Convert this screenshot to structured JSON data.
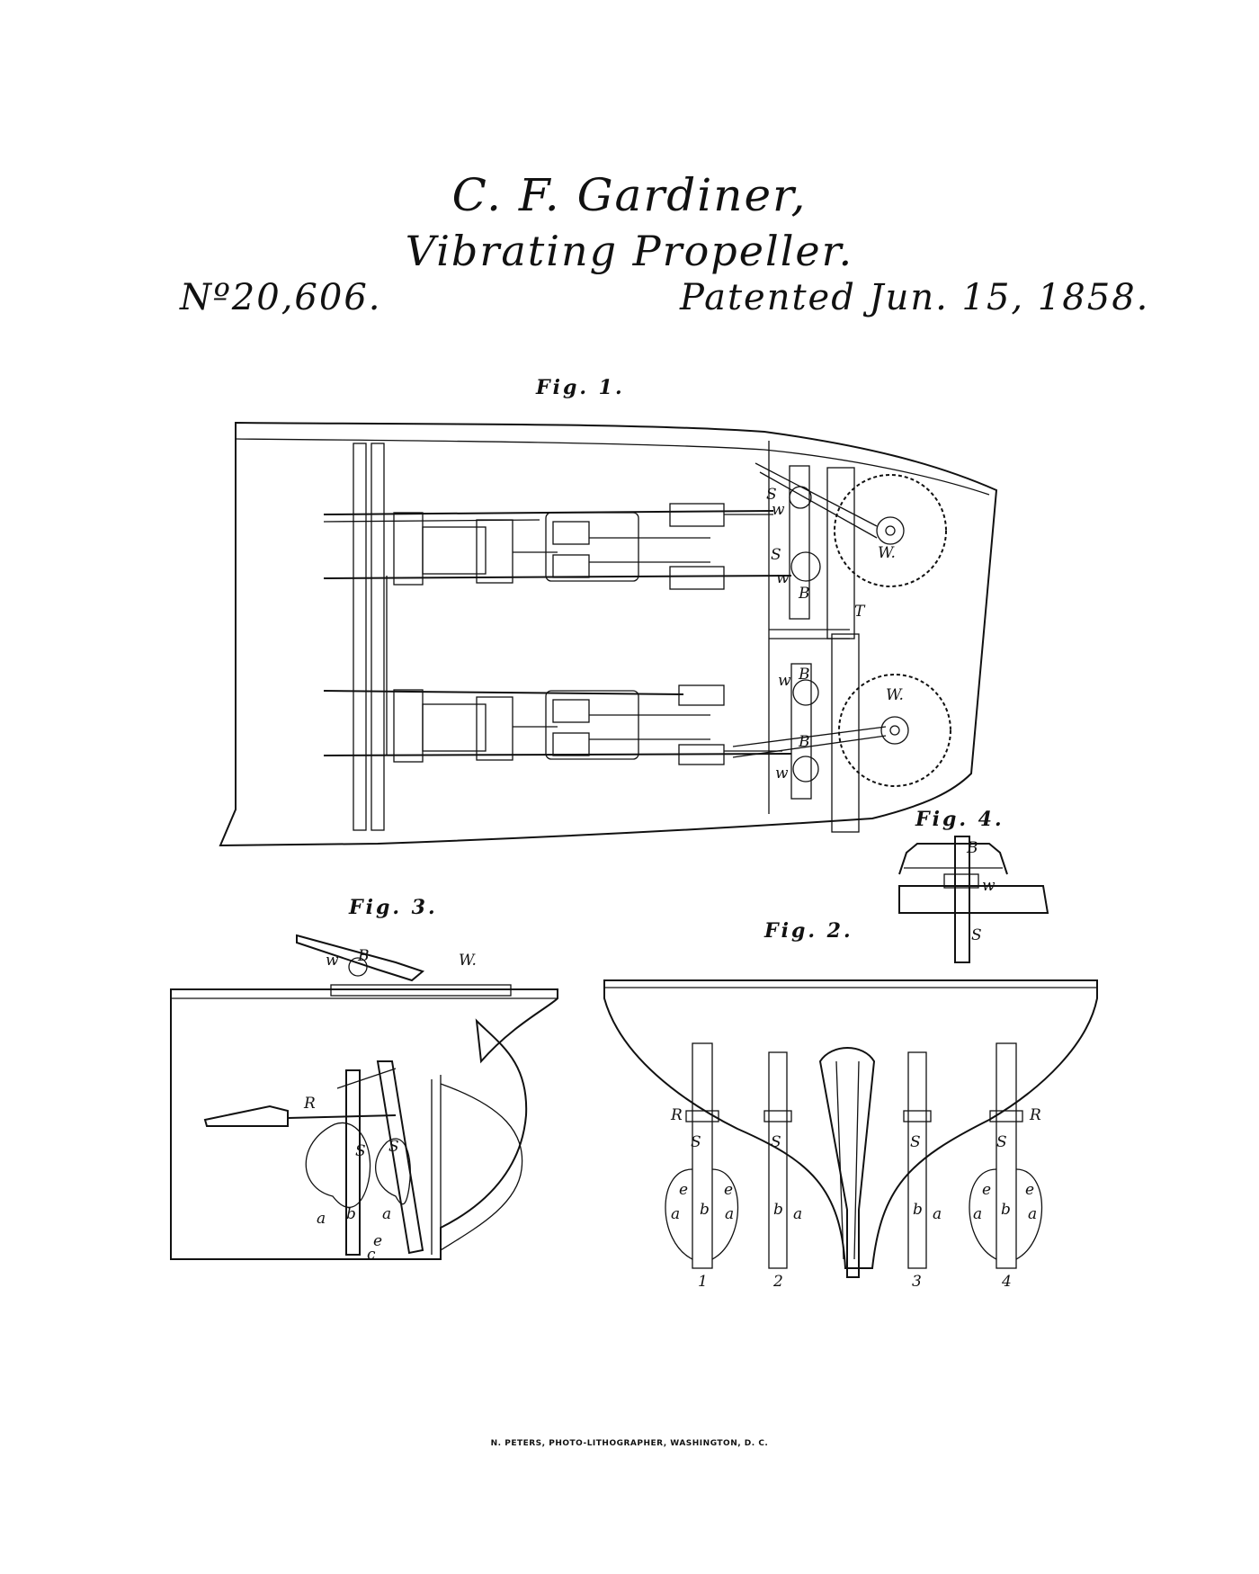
{
  "header": {
    "inventor": "C. F. Gardiner,",
    "title": "Vibrating Propeller.",
    "patent_number": "Nº20,606.",
    "patent_date": "Patented Jun. 15, 1858."
  },
  "figures": {
    "fig1": "Fig. 1.",
    "fig2": "Fig. 2.",
    "fig3": "Fig. 3.",
    "fig4": "Fig. 4."
  },
  "labels": {
    "W": "W.",
    "S": "S",
    "B": "B",
    "T": "T",
    "w": "w",
    "R": "R",
    "a": "a",
    "b": "b",
    "c": "c",
    "e": "e",
    "n1": "1",
    "n2": "2",
    "n3": "3",
    "n4": "4"
  },
  "footer": {
    "printer": "N. PETERS, PHOTO-LITHOGRAPHER, WASHINGTON, D. C."
  }
}
